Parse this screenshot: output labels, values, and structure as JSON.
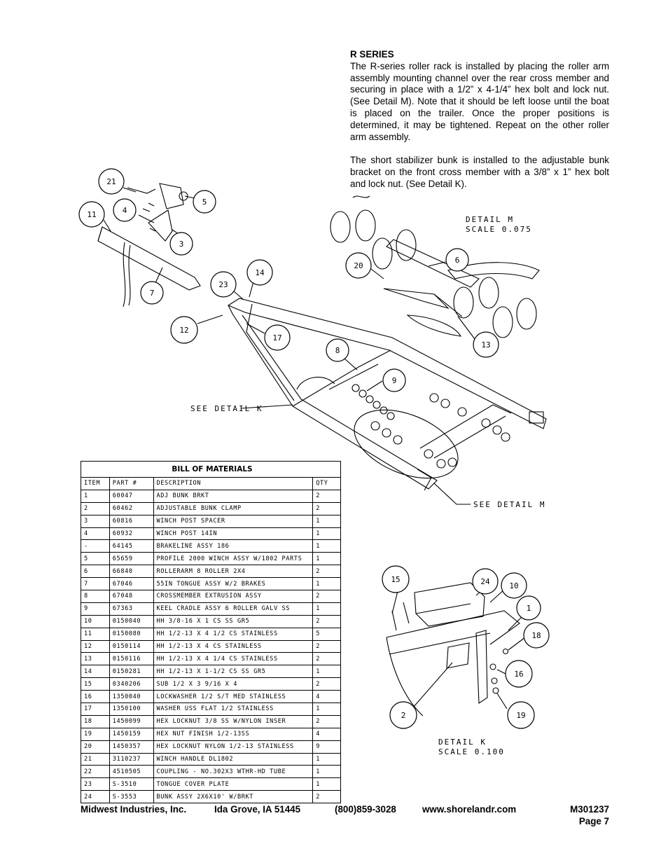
{
  "r_series": {
    "heading": "R SERIES",
    "paragraph1": "The R-series roller rack is installed by placing the roller arm assembly mounting channel over the rear cross member and securing in place with a 1/2” x 4-1/4” hex bolt and lock nut. (See Detail M). Note that it should be left loose until the boat is placed on the trailer. Once the proper positions is determined, it may be tightened. Repeat on the other roller arm assembly.",
    "paragraph2": "The short stabilizer bunk is installed to the adjustable bunk bracket on the front cross member with a 3/8” x 1” hex bolt and lock nut. (See Detail K)."
  },
  "drawing": {
    "callouts_main": [
      "21",
      "5",
      "4",
      "11",
      "3",
      "7",
      "23",
      "14",
      "12",
      "17",
      "8",
      "9",
      "20",
      "6",
      "13"
    ],
    "callouts_detail_k": [
      "15",
      "24",
      "10",
      "1",
      "18",
      "16",
      "2",
      "19"
    ],
    "see_detail_k": "SEE DETAIL  K",
    "see_detail_m": "SEE DETAIL  M",
    "detail_m_title": "DETAIL  M",
    "detail_m_scale": "SCALE  0.075",
    "detail_k_title": "DETAIL  K",
    "detail_k_scale": "SCALE  0.100"
  },
  "bom": {
    "title": "BILL OF MATERIALS",
    "headers": [
      "ITEM",
      "PART #",
      "DESCRIPTION",
      "QTY"
    ],
    "rows": [
      [
        "1",
        "60047",
        "ADJ BUNK BRKT",
        "2"
      ],
      [
        "2",
        "60462",
        "ADJUSTABLE BUNK CLAMP",
        "2"
      ],
      [
        "3",
        "60816",
        "WINCH POST SPACER",
        "1"
      ],
      [
        "4",
        "60932",
        "WINCH POST   14IN",
        "1"
      ],
      [
        "-",
        "64145",
        "BRAKELINE ASSY 186",
        "1"
      ],
      [
        "5",
        "65659",
        "PROFILE 2000 WINCH ASSY W/1802 PARTS",
        "1"
      ],
      [
        "6",
        "66840",
        "ROLLERARM 8 ROLLER 2X4",
        "2"
      ],
      [
        "7",
        "67046",
        "55IN TONGUE ASSY W/2 BRAKES",
        "1"
      ],
      [
        "8",
        "67048",
        "CROSSMEMBER EXTRUSION ASSY",
        "2"
      ],
      [
        "9",
        "67363",
        "KEEL CRADLE ASSY 6 ROLLER GALV SS",
        "1"
      ],
      [
        "10",
        "0150040",
        "HH 3/8-16 X 1 CS SS GR5",
        "2"
      ],
      [
        "11",
        "0150080",
        "HH 1/2-13 X 4 1/2 CS STAINLESS",
        "5"
      ],
      [
        "12",
        "0150114",
        "HH 1/2-13 X 4 CS STAINLESS",
        "2"
      ],
      [
        "13",
        "0150116",
        "HH 1/2-13 X 4 1/4 CS STAINLESS",
        "2"
      ],
      [
        "14",
        "0150281",
        "HH 1/2-13 X 1-1/2 CS SS GR5",
        "1"
      ],
      [
        "15",
        "0340206",
        "SUB 1/2 X 3 9/16 X 4",
        "2"
      ],
      [
        "16",
        "1350040",
        "LOCKWASHER 1/2 S/T MED STAINLESS",
        "4"
      ],
      [
        "17",
        "1350100",
        "WASHER USS FLAT 1/2 STAINLESS",
        "1"
      ],
      [
        "18",
        "1450099",
        "HEX LOCKNUT 3/8 SS W/NYLON INSER",
        "2"
      ],
      [
        "19",
        "1450159",
        "HEX NUT FINISH 1/2-13SS",
        "4"
      ],
      [
        "20",
        "1450357",
        "HEX LOCKNUT NYLON 1/2-13 STAINLESS",
        "9"
      ],
      [
        "21",
        "3110237",
        "WINCH HANDLE  DL1802",
        "1"
      ],
      [
        "22",
        "4510505",
        "COUPLING - NO.302X3 WTHR-HD TUBE",
        "1"
      ],
      [
        "23",
        "S-3510",
        "TONGUE COVER PLATE",
        "1"
      ],
      [
        "24",
        "S-3553",
        "BUNK ASSY 2X6X10' W/BRKT",
        "2"
      ]
    ]
  },
  "footer": {
    "company": "Midwest Industries, Inc.",
    "city": "Ida Grove, IA  51445",
    "phone": "(800)859-3028",
    "website": "www.shorelandr.com",
    "doc_number": "M301237",
    "page": "Page 7"
  }
}
